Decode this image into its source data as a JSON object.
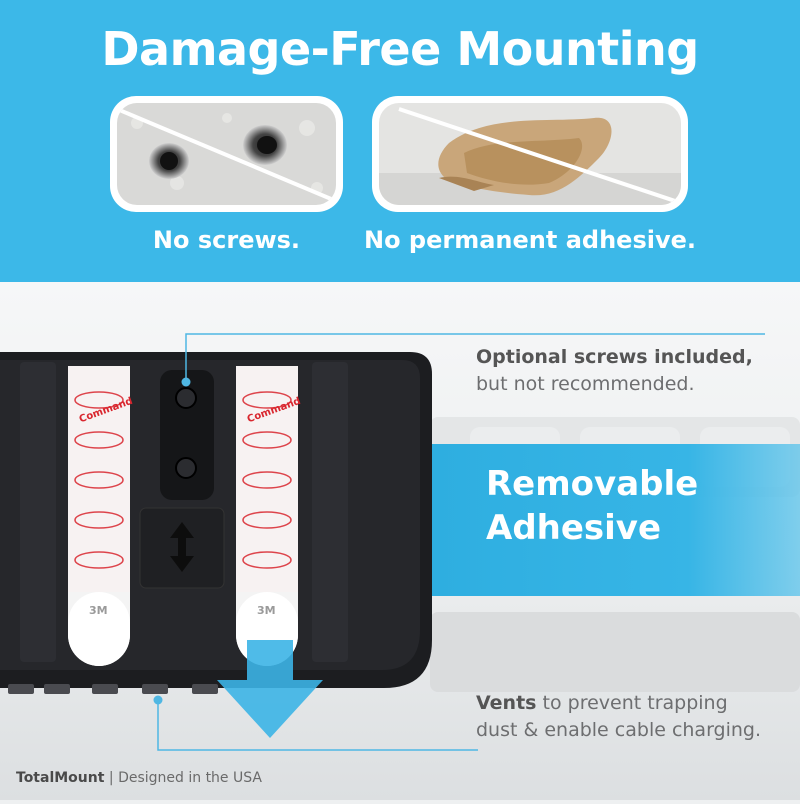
{
  "headline": "Damage-Free Mounting",
  "captions": {
    "left": "No screws.",
    "right": "No permanent adhesive."
  },
  "callouts": {
    "screws_line1": "Optional screws included,",
    "screws_line2": "but not recommended.",
    "removable_line1": "Removable",
    "removable_line2": "Adhesive",
    "vents_bold": "Vents",
    "vents_rest": " to prevent trapping",
    "vents_line2": "dust & enable cable charging."
  },
  "strip_brand": "Command",
  "strip_tab": "3M",
  "footer": {
    "brand": "TotalMount",
    "separator": "|",
    "tagline": "Designed in the USA"
  },
  "colors": {
    "banner_blue": "#3cb8e8",
    "leader_line_blue": "#4fb7e3",
    "mount_black": "#1c1d20",
    "command_red": "#d9262e"
  },
  "icons": {
    "drill_hole_photo": "wall-holes-image",
    "adhesive_residue_photo": "adhesive-residue-image",
    "vertical_arrow": "double-arrow-icon",
    "down_arrow": "down-arrow-icon"
  }
}
